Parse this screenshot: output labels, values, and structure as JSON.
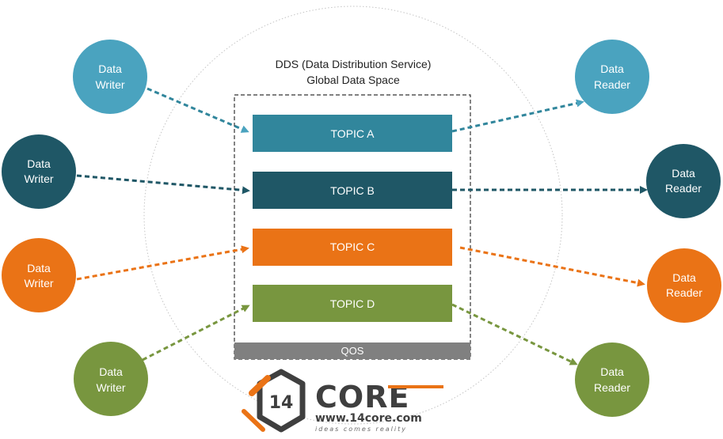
{
  "title": {
    "line1": "DDS (Data Distribution Service)",
    "line2": "Global Data Space"
  },
  "colors": {
    "teal": "#4aa3bf",
    "topic_teal": "#31869c",
    "navy": "#1f5766",
    "orange": "#ea7316",
    "green": "#78963f",
    "qos_gray": "#808080"
  },
  "writers": [
    {
      "line1": "Data",
      "line2": "Writer",
      "color": "#4aa3bf"
    },
    {
      "line1": "Data",
      "line2": "Writer",
      "color": "#1f5766"
    },
    {
      "line1": "Data",
      "line2": "Writer",
      "color": "#ea7316"
    },
    {
      "line1": "Data",
      "line2": "Writer",
      "color": "#78963f"
    }
  ],
  "readers": [
    {
      "line1": "Data",
      "line2": "Reader",
      "color": "#4aa3bf"
    },
    {
      "line1": "Data",
      "line2": "Reader",
      "color": "#1f5766"
    },
    {
      "line1": "Data",
      "line2": "Reader",
      "color": "#ea7316"
    },
    {
      "line1": "Data",
      "line2": "Reader",
      "color": "#78963f"
    }
  ],
  "topics": [
    {
      "label": "TOPIC A",
      "color": "#31869c"
    },
    {
      "label": "TOPIC B",
      "color": "#1f5766"
    },
    {
      "label": "TOPIC C",
      "color": "#ea7316"
    },
    {
      "label": "TOPIC D",
      "color": "#78963f"
    }
  ],
  "qos": {
    "label": "QOS"
  },
  "logo": {
    "number": "14",
    "word": "CORE",
    "url": "www.14core.com",
    "tagline": "ideas comes reality"
  }
}
